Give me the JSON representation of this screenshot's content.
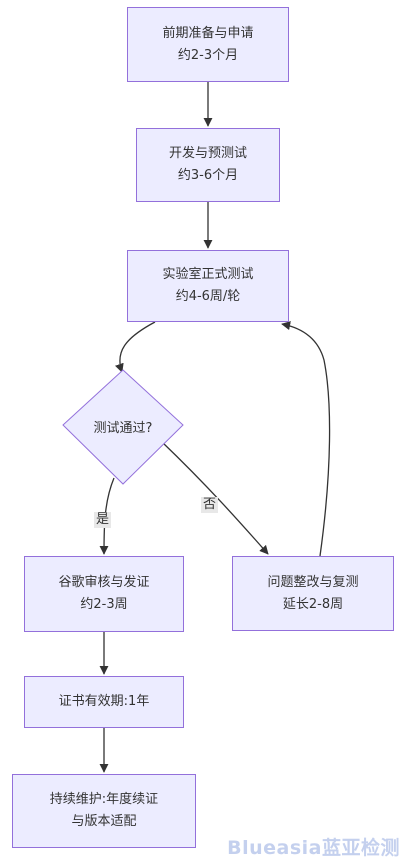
{
  "nodes": {
    "prep": {
      "line1": "前期准备与申请",
      "line2": "约2-3个月"
    },
    "dev": {
      "line1": "开发与预测试",
      "line2": "约3-6个月"
    },
    "lab": {
      "line1": "实验室正式测试",
      "line2": "约4-6周/轮"
    },
    "decision": {
      "label": "测试通过?"
    },
    "review": {
      "line1": "谷歌审核与发证",
      "line2": "约2-3周"
    },
    "rework": {
      "line1": "问题整改与复测",
      "line2": "延长2-8周"
    },
    "cert": {
      "line1": "证书有效期:1年"
    },
    "maintain": {
      "line1": "持续维护:年度续证",
      "line2": "与版本适配"
    }
  },
  "edges": {
    "yes_label": "是",
    "no_label": "否"
  },
  "watermark": "Blueasia蓝亚检测",
  "colors": {
    "node_fill": "#ececff",
    "node_border": "#9370db",
    "edge": "#333333",
    "edge_label_bg": "#e8e8e8"
  }
}
